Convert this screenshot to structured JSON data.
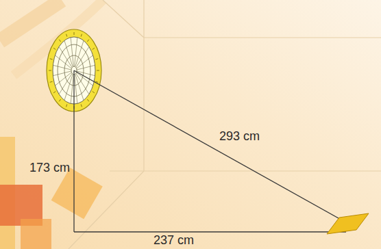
{
  "diagram": {
    "labels": [
      "173 cm",
      "293 cm",
      "237 cm"
    ]
  }
}
